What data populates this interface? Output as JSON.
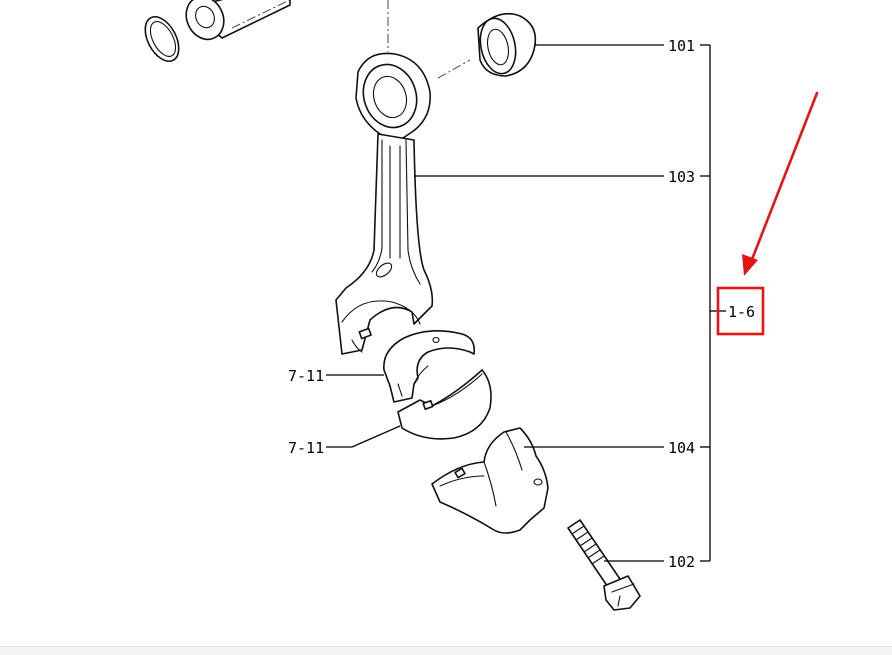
{
  "callouts": {
    "p101": "101",
    "p103": "103",
    "assembly": "1-6",
    "bearing_upper": "7-11",
    "bearing_lower": "7-11",
    "p104": "104",
    "p102": "102"
  },
  "colors": {
    "highlight": "#e81414",
    "line": "#000000",
    "background": "#ffffff"
  }
}
